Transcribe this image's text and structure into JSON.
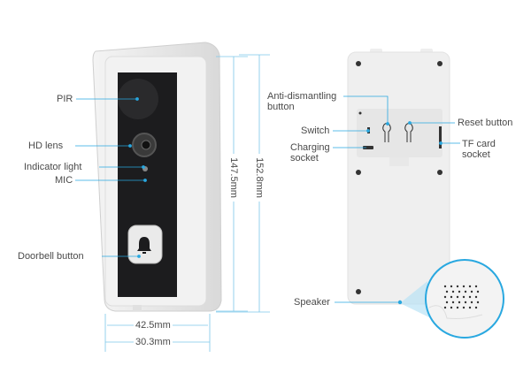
{
  "front_labels": {
    "pir": "PIR",
    "hd_lens": "HD lens",
    "indicator_light": "Indicator light",
    "mic": "MIC",
    "doorbell_button": "Doorbell button"
  },
  "dimensions": {
    "inner_height": "147.5mm",
    "outer_height": "152.8mm",
    "outer_width": "42.5mm",
    "inner_width": "30.3mm"
  },
  "back_labels": {
    "anti_dismantling_line1": "Anti-dismantling",
    "anti_dismantling_line2": "button",
    "switch": "Switch",
    "charging_line1": "Charging",
    "charging_line2": "socket",
    "reset_button": "Reset button",
    "tf_line1": "TF card",
    "tf_line2": "socket",
    "speaker": "Speaker"
  },
  "colors": {
    "callout": "#29a8e0",
    "panel": "#1c1c1e",
    "body": "#ededed"
  }
}
